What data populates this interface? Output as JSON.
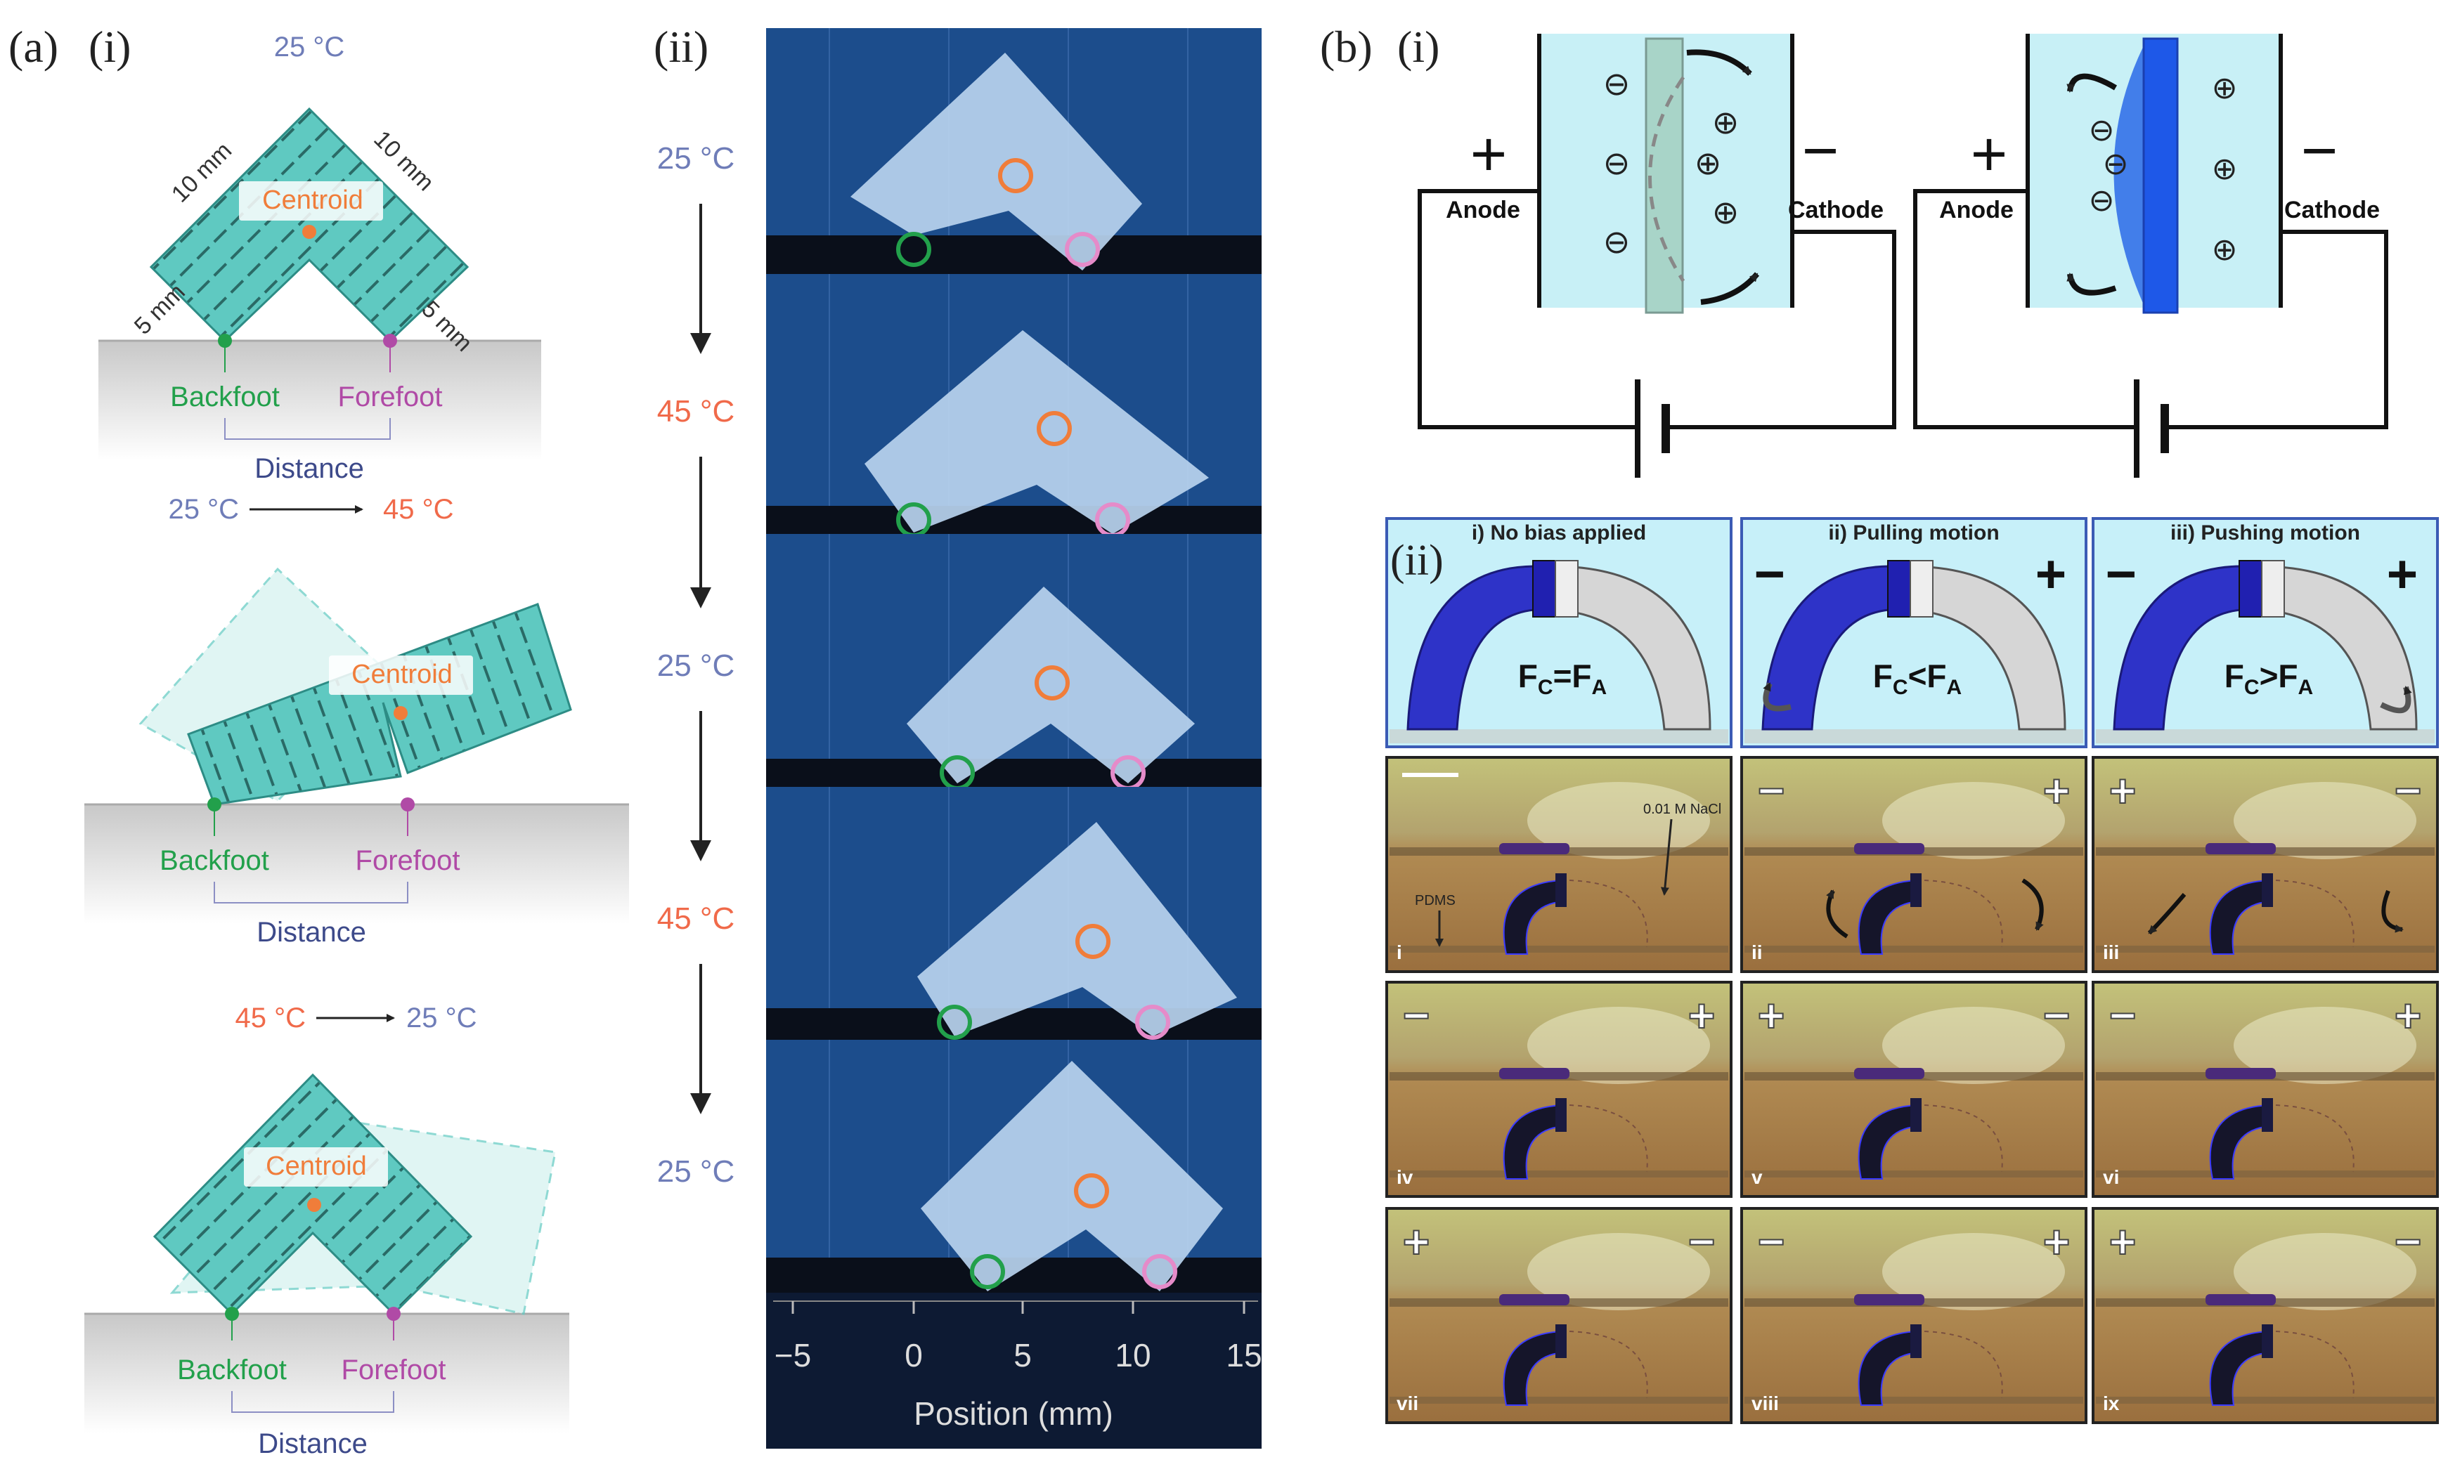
{
  "panel_labels": {
    "a": "(a)",
    "a_i": "(i)",
    "a_ii": "(ii)",
    "b": "(b)",
    "b_i": "(i)",
    "b_ii": "(ii)"
  },
  "panel_a_i": {
    "top_temperature": "25 °C",
    "dim_10mm_left": "10 mm",
    "dim_10mm_right": "10 mm",
    "dim_5mm_left": "5 mm",
    "dim_5mm_right": "5 mm",
    "centroid": "Centroid",
    "backfoot": "Backfoot",
    "forefoot": "Forefoot",
    "distance": "Distance",
    "transition1_from": "25 °C",
    "transition1_to": "45 °C",
    "transition2_from": "45 °C",
    "transition2_to": "25 °C"
  },
  "panel_a_ii": {
    "temperatures": [
      "25 °C",
      "45 °C",
      "25 °C",
      "45 °C",
      "25 °C"
    ],
    "axis_ticks": [
      "−5",
      "0",
      "5",
      "10",
      "15"
    ],
    "axis_label": "Position (mm)"
  },
  "panel_b_i": {
    "plus": "+",
    "minus": "−",
    "anode": "Anode",
    "cathode": "Cathode",
    "minus_ion": "⊖",
    "plus_ion": "⊕"
  },
  "panel_b_ii": {
    "headers": [
      "i) No bias applied",
      "ii) Pulling motion",
      "iii) Pushing motion"
    ],
    "equations": [
      {
        "f": "F",
        "s1": "C",
        "op": "=",
        "f2": "F",
        "s2": "A"
      },
      {
        "f": "F",
        "s1": "C",
        "op": "<",
        "f2": "F",
        "s2": "A"
      },
      {
        "f": "F",
        "s1": "C",
        "op": ">",
        "f2": "F",
        "s2": "A"
      }
    ],
    "pull_minus": "−",
    "pull_plus": "+",
    "nacl_label": "0.01 M NaCl",
    "pdms_label": "PDMS",
    "photos": [
      {
        "id": "i",
        "left": "",
        "right": ""
      },
      {
        "id": "ii",
        "left": "−",
        "right": "+"
      },
      {
        "id": "iii",
        "left": "+",
        "right": "−"
      },
      {
        "id": "iv",
        "left": "−",
        "right": "+"
      },
      {
        "id": "v",
        "left": "+",
        "right": "−"
      },
      {
        "id": "vi",
        "left": "−",
        "right": "+"
      },
      {
        "id": "vii",
        "left": "+",
        "right": "−"
      },
      {
        "id": "viii",
        "left": "−",
        "right": "+"
      },
      {
        "id": "ix",
        "left": "+",
        "right": "−"
      }
    ]
  },
  "colors": {
    "teal_fill": "#5fc9c1",
    "teal_light": "#d4f1ee",
    "ground": "#d4d4d4",
    "blue_temp": "#6f7db8",
    "red_temp": "#f06a4a",
    "orange": "#f07d3a",
    "green": "#22a04b",
    "magenta": "#b04aa6",
    "photo_blue": "#1a3f78",
    "cell_blue": "#c8f0f6",
    "actuator_blue": "#2e33c8",
    "header_bg": "#c7f0f9",
    "photo_tan": "#b08850"
  }
}
